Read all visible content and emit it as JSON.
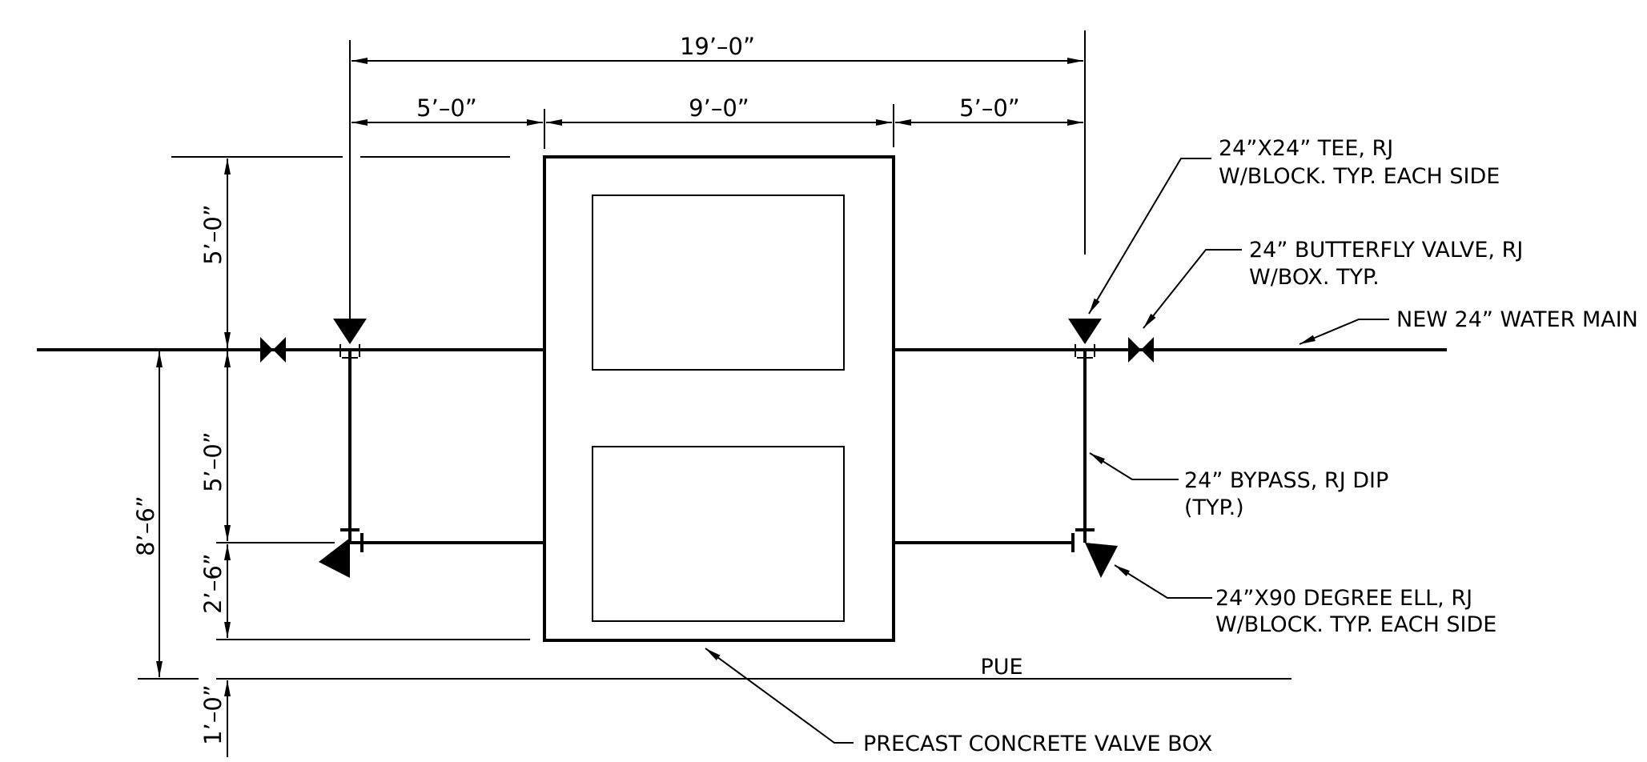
{
  "dimensions": {
    "overall_width": "19’–0”",
    "left_offset": "5’–0”",
    "box_width": "9’–0”",
    "right_offset": "5’–0”",
    "upper_height": "5’–0”",
    "bypass_height": "5’–0”",
    "total_height": "8’–6”",
    "lower_offset": "2’–6”",
    "pue_offset": "1’–0”"
  },
  "labels": {
    "tee_line1": "24”X24” TEE, RJ",
    "tee_line2": "W/BLOCK. TYP. EACH SIDE",
    "valve_line1": "24” BUTTERFLY VALVE, RJ",
    "valve_line2": "W/BOX. TYP.",
    "water_main": "NEW 24” WATER MAIN",
    "bypass_line1": "24” BYPASS, RJ DIP",
    "bypass_line2": "(TYP.)",
    "ell_line1": "24”X90 DEGREE ELL, RJ",
    "ell_line2": "W/BLOCK. TYP. EACH SIDE",
    "pue": "PUE",
    "valve_box": "PRECAST CONCRETE VALVE BOX"
  }
}
